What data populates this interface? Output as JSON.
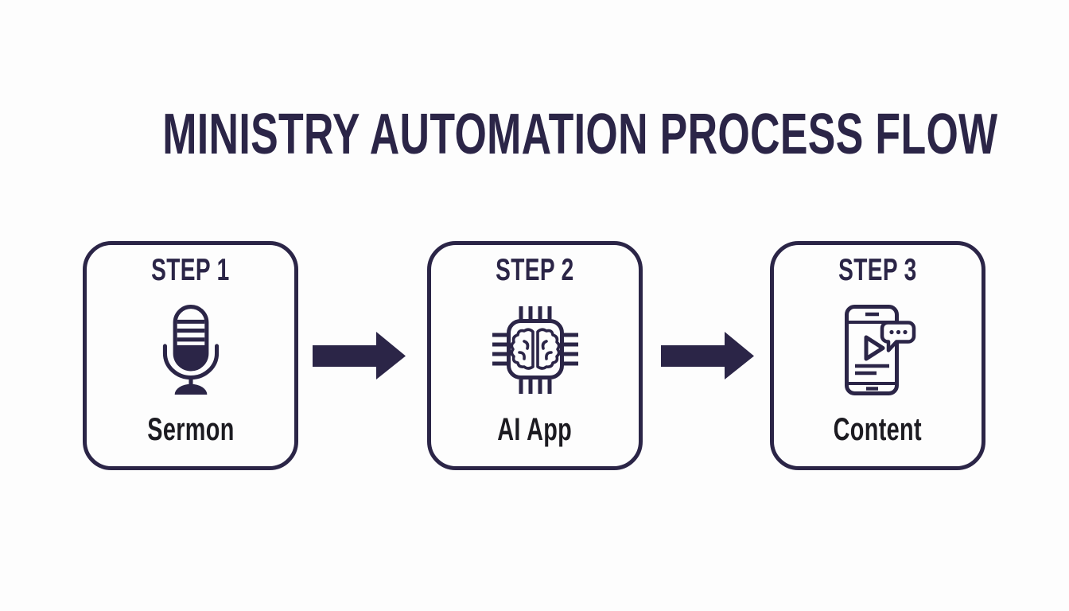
{
  "title": "MINISTRY AUTOMATION PROCESS FLOW",
  "colors": {
    "navy": "#2b2547",
    "label_text": "#1c1b21",
    "background": "#fdfdfd"
  },
  "steps": [
    {
      "heading": "STEP 1",
      "label": "Sermon",
      "icon": "microphone-icon"
    },
    {
      "heading": "STEP 2",
      "label": "AI App",
      "icon": "ai-chip-brain-icon"
    },
    {
      "heading": "STEP 3",
      "label": "Content",
      "icon": "smartphone-content-icon"
    }
  ],
  "connectors": [
    {
      "type": "arrow-right"
    },
    {
      "type": "arrow-right"
    }
  ]
}
